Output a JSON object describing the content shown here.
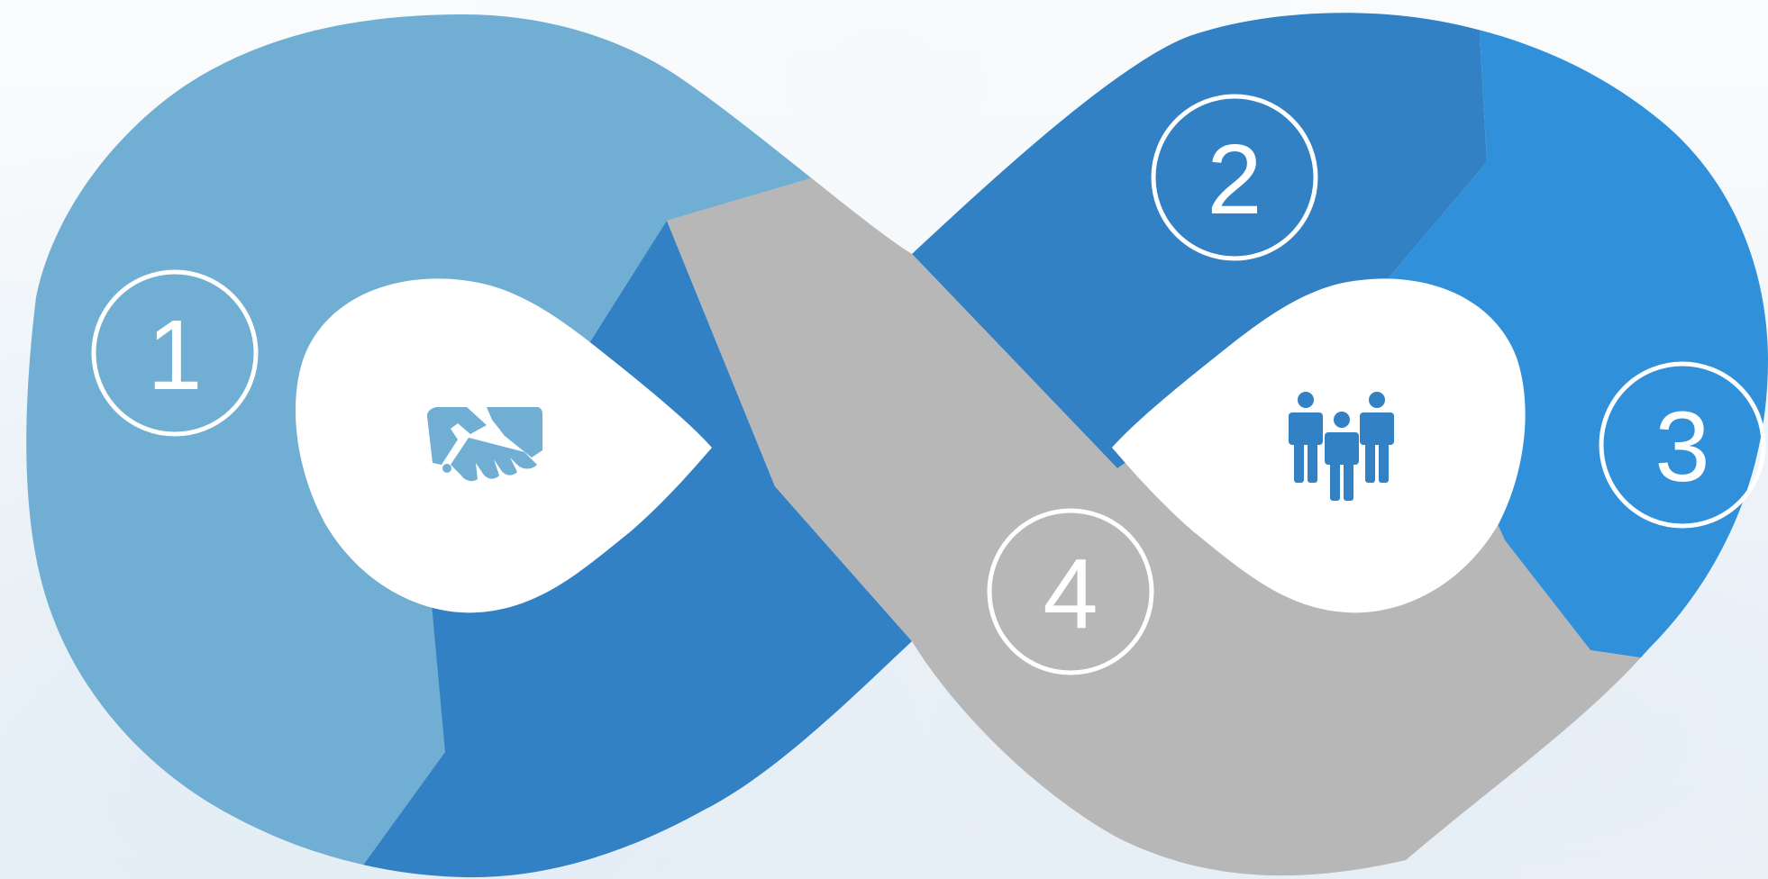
{
  "colors": {
    "light_blue": "#71aed3",
    "mid_blue": "#3181c4",
    "bright_blue": "#3190da",
    "gray": "#b7b7b7",
    "white": "#ffffff",
    "background": "#f4f8fb"
  },
  "steps": [
    {
      "number": "1",
      "segment_color": "#71aed3"
    },
    {
      "number": "2",
      "segment_color": "#3181c4"
    },
    {
      "number": "3",
      "segment_color": "#3190da"
    },
    {
      "number": "4",
      "segment_color": "#b7b7b7"
    }
  ],
  "hubs": [
    {
      "icon": "handshake-icon",
      "icon_color": "#71aed3"
    },
    {
      "icon": "people-group-icon",
      "icon_color": "#3181c4"
    }
  ]
}
